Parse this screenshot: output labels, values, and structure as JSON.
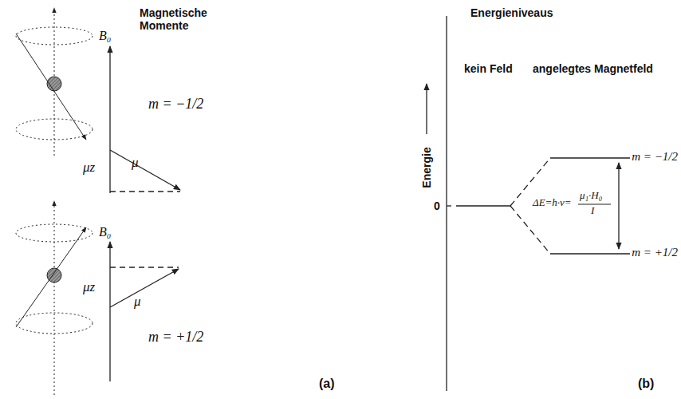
{
  "diagram": {
    "labels": [
      "Magnetische Momente",
      "Energieniveaus",
      "B₀",
      "m = −1/2",
      "μz",
      "μ",
      "B₀",
      "μz",
      "μ",
      "m = +1/2",
      "(a)",
      "kein Feld",
      "angelegtes Magnetfeld",
      "Energie",
      "0",
      "m = −1/2",
      "ΔE=h·ν=",
      "μ₁·H₀",
      "I",
      "m = +1/2",
      "(b)"
    ]
  }
}
